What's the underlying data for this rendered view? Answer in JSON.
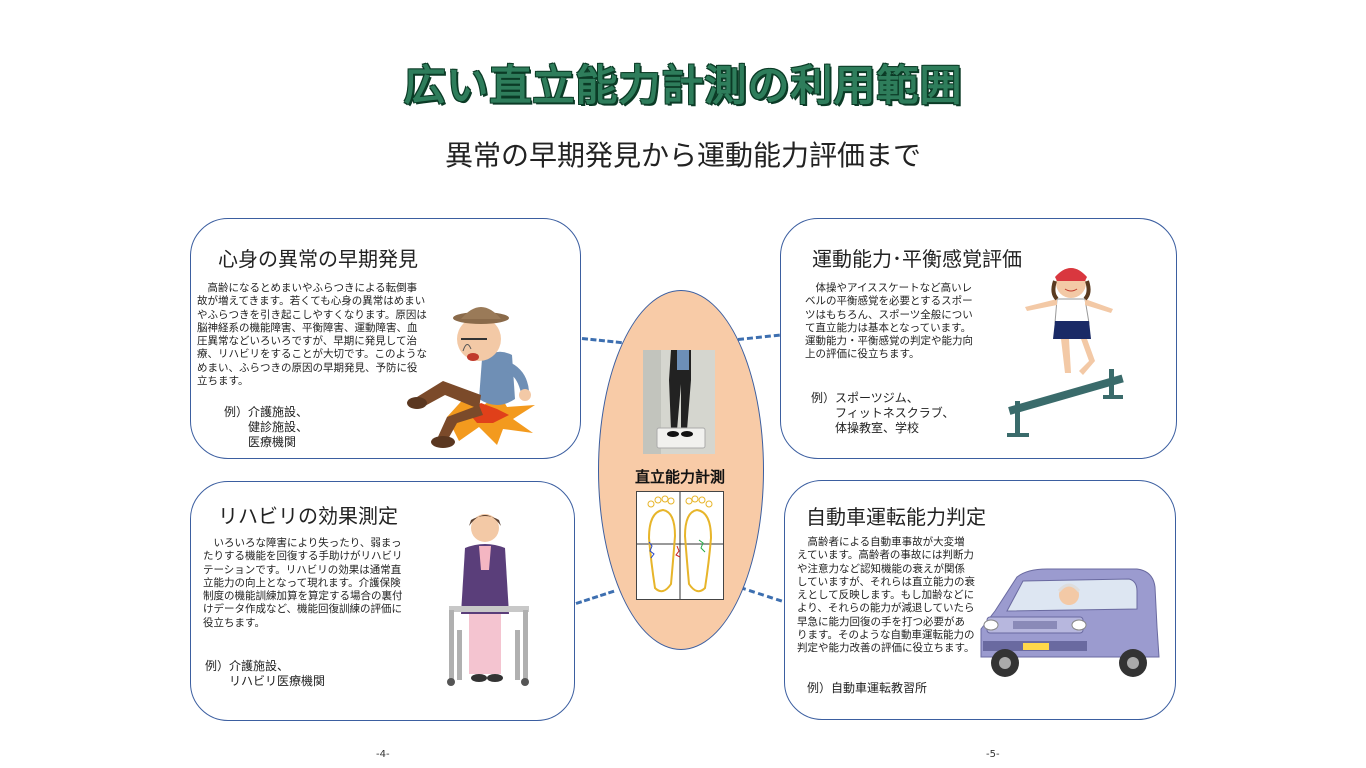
{
  "title": "広い直立能力計測の利用範囲",
  "subtitle": "異常の早期発見から運動能力評価まで",
  "center_label": "直立能力計測",
  "cards": [
    {
      "title": "心身の異常の早期発見",
      "body": "　高齢になるとめまいやふらつきによる転倒事故が増えてきます。若くても心身の異常はめまいやふらつきを引き起こしやすくなります。原因は脳神経系の機能障害、平衡障害、運動障害、血圧異常などいろいろですが、早期に発見して治療、リハビリをすることが大切です。このようなめまい、ふらつきの原因の早期発見、予防に役立ちます。",
      "example": "例）介護施設、\n　　健診施設、\n　　医療機関"
    },
    {
      "title": "運動能力･平衡感覚評価",
      "body": "　体操やアイススケートなど高いレベルの平衡感覚を必要とするスポーツはもちろん、スポーツ全般について直立能力は基本となっています。運動能力・平衡感覚の判定や能力向上の評価に役立ちます。",
      "example": "例）スポーツジム、\n　　フィットネスクラブ、\n　　体操教室、学校"
    },
    {
      "title": "リハビリの効果測定",
      "body": "　いろいろな障害により失ったり、弱まったりする機能を回復する手助けがリハビリテーションです。リハビリの効果は通常直立能力の向上となって現れます。介護保険制度の機能訓練加算を算定する場合の裏付けデータ作成など、機能回復訓練の評価に役立ちます。",
      "example": "例）介護施設、\n　　リハビリ医療機関"
    },
    {
      "title": "自動車運転能力判定",
      "body": "　高齢者による自動車事故が大変増えています。高齢者の事故には判断力や注意力など認知機能の衰えが関係していますが、それらは直立能力の衰えとして反映します。もし加齢などにより、それらの能力が減退していたら早急に能力回復の手を打つ必要があります。そのような自動車運転能力の判定や能力改善の評価に役立ちます。",
      "example": "例）自動車運転教習所"
    }
  ],
  "page_numbers": {
    "left": "-4-",
    "right": "-5-"
  }
}
